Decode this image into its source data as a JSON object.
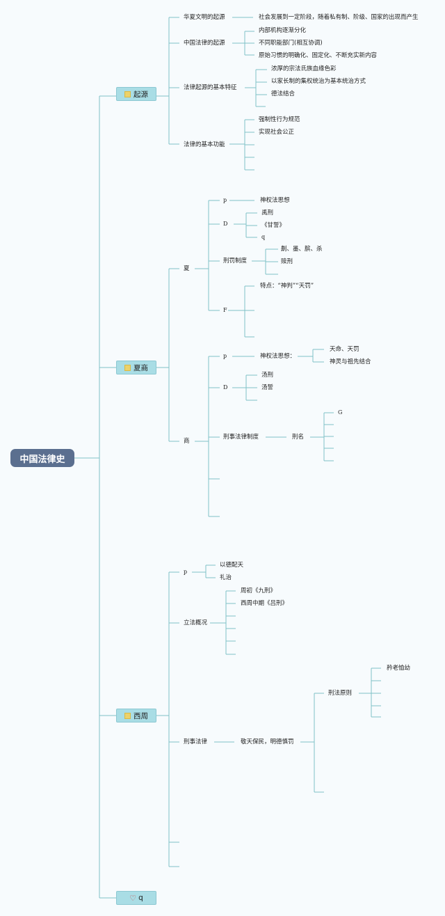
{
  "root": "中国法律史",
  "branches": {
    "qiyuan": {
      "label": "起源",
      "icon": "yellow-square-icon",
      "children": {
        "huaxia": {
          "label": "华夏文明的起源",
          "leaf": "社会发展到一定阶段，随着私有制、阶级、国家的出现而产生"
        },
        "zhongguo": {
          "label": "中国法律的起源",
          "items": [
            "内部机构逐渐分化",
            "不同职能部门(相互协调)",
            "原始习惯的明确化、固定化、不断充实新内容"
          ]
        },
        "tezheng": {
          "label": "法律起源的基本特征",
          "items": [
            "浓厚的宗法氏族血缘色彩",
            "以家长制的集权统治为基本统治方式",
            "德法结合"
          ]
        },
        "gongneng": {
          "label": "法律的基本功能",
          "items": [
            "强制性行为规范",
            "实现社会公正"
          ]
        }
      }
    },
    "xiashang": {
      "label": "夏商",
      "icon": "yellow-square-icon",
      "xia": {
        "label": "夏",
        "p": {
          "label": "p",
          "leaf": "神权法思想"
        },
        "d": {
          "label": "D",
          "items": [
            "禹刑",
            "《甘誓》",
            "q"
          ]
        },
        "xingfa": {
          "label": "刑罚制度",
          "items": [
            "劓、墨、膑、杀",
            "赎刑"
          ]
        },
        "f": {
          "label": "F",
          "items": [
            "特点：“神判”“天罚”"
          ]
        }
      },
      "shang": {
        "label": "商",
        "p": {
          "label": "p",
          "mid": "神权法思想：",
          "items": [
            "天命、天罚",
            "神灵与祖先结合"
          ]
        },
        "d": {
          "label": "D",
          "items": [
            "汤刑",
            "汤誓"
          ]
        },
        "xingshi": {
          "label": "刑事法律制度",
          "mid": "刑名",
          "items": [
            "G"
          ]
        }
      }
    },
    "xizhou": {
      "label": "西周",
      "icon": "yellow-square-icon",
      "p": {
        "label": "p",
        "items": [
          "以德配天",
          "礼治"
        ]
      },
      "lifa": {
        "label": "立法概况",
        "items": [
          "周初《九刑》",
          "西周中期《吕刑》"
        ]
      },
      "xingshi": {
        "label": "刑事法律",
        "mid": "敬天保民，明德慎罚",
        "sub": "刑法原则",
        "items": [
          "矜老恤幼"
        ]
      }
    },
    "last": {
      "label": "q",
      "icon": "heart-icon"
    }
  }
}
